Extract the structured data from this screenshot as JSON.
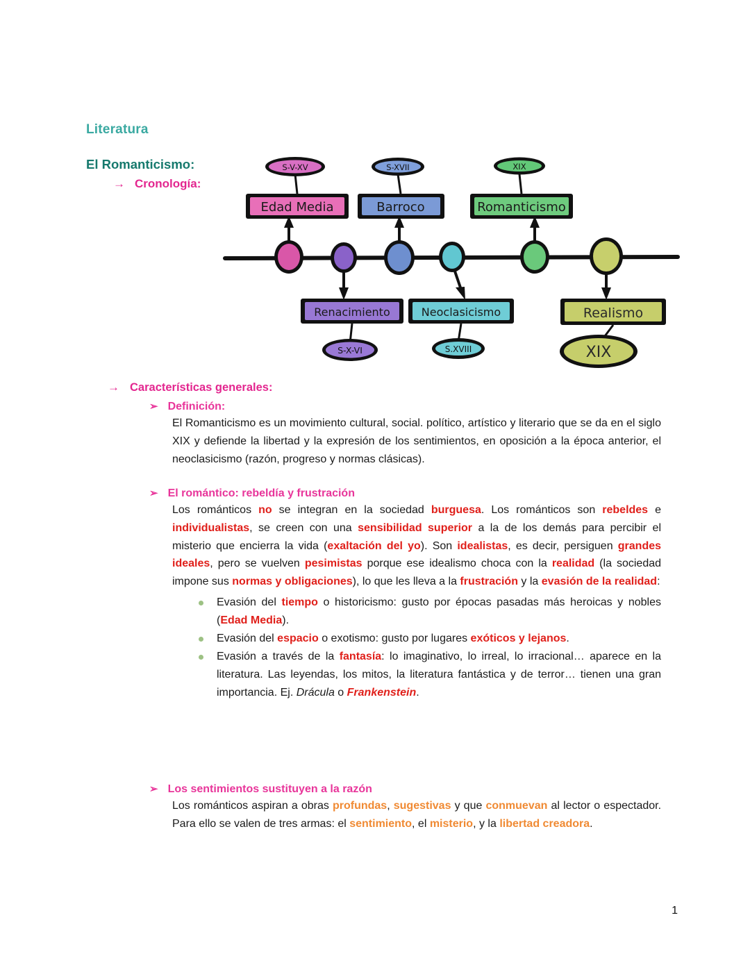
{
  "document": {
    "page_number": "1",
    "headings": {
      "subject": "Literatura",
      "topic": "El Romanticismo:",
      "section_chronology": "Cronología:",
      "section_characteristics": "Características generales:"
    },
    "markers": {
      "arrow": "→",
      "chevron": "➢"
    },
    "colors": {
      "subject_heading": "#3aa9a1",
      "topic_heading": "#16796d",
      "pink_heading": "#e3268f",
      "red_emphasis": "#e0201b",
      "orange_emphasis": "#f08a33",
      "bullet_green": "#9dc184",
      "body_text": "#1a1a1a"
    }
  },
  "diagram": {
    "name": "timeline-romanticism",
    "axis_label": "timeline-axis",
    "nodes": [
      {
        "id": "edad-media",
        "box_label": "Edad Media",
        "bubble_label": "S-V-XV",
        "position": "above",
        "box_fill": "#e86fb8",
        "bubble_fill": "#d96fc4",
        "dot_fill": "#d957a8"
      },
      {
        "id": "renacimiento",
        "box_label": "Renacimiento",
        "bubble_label": "S-X-VI",
        "position": "below",
        "box_fill": "#9878d4",
        "bubble_fill": "#9a79d6",
        "dot_fill": "#8a62c9"
      },
      {
        "id": "barroco",
        "box_label": "Barroco",
        "bubble_label": "S-XVII",
        "position": "above",
        "box_fill": "#7b9ad6",
        "bubble_fill": "#7f9fdb",
        "dot_fill": "#6e8fcf"
      },
      {
        "id": "neoclasicismo",
        "box_label": "Neoclasicismo",
        "bubble_label": "S.XVIII",
        "position": "below",
        "box_fill": "#6fcdd6",
        "bubble_fill": "#6fcdd6",
        "dot_fill": "#61c7d1"
      },
      {
        "id": "romanticismo",
        "box_label": "Romanticismo",
        "bubble_label": "XIX",
        "position": "above",
        "box_fill": "#6ecb7e",
        "bubble_fill": "#62c878",
        "dot_fill": "#6ac97b"
      },
      {
        "id": "realismo",
        "box_label": "Realismo",
        "bubble_label": "XIX",
        "position": "below",
        "box_fill": "#c6ce6b",
        "bubble_fill": "#c6ce6b",
        "dot_fill": "#c7cf6c"
      }
    ]
  },
  "definicion": {
    "heading": "Definición:",
    "text_parts": [
      {
        "t": "El Romanticismo es un movimiento cultural, social. político, artístico y literario que se da en el siglo XIX y defiende la libertad y la expresión de los sentimientos, en oposición a la época anterior, el neoclasicismo (razón, progreso y normas clásicas).",
        "s": "plain"
      }
    ]
  },
  "romantico": {
    "heading": "El romántico: rebeldía y frustración",
    "text_parts": [
      {
        "t": "Los románticos ",
        "s": "plain"
      },
      {
        "t": "no",
        "s": "red"
      },
      {
        "t": " se integran en la sociedad ",
        "s": "plain"
      },
      {
        "t": "burguesa",
        "s": "red"
      },
      {
        "t": ". Los románticos son ",
        "s": "plain"
      },
      {
        "t": "rebeldes",
        "s": "red"
      },
      {
        "t": " e ",
        "s": "plain"
      },
      {
        "t": "individualistas",
        "s": "red"
      },
      {
        "t": ", se creen con una ",
        "s": "plain"
      },
      {
        "t": "sensibilidad superior",
        "s": "red"
      },
      {
        "t": " a la de los demás para percibir el misterio que encierra la vida (",
        "s": "plain"
      },
      {
        "t": "exaltación del yo",
        "s": "red"
      },
      {
        "t": "). Son ",
        "s": "plain"
      },
      {
        "t": "idealistas",
        "s": "red"
      },
      {
        "t": ", es decir, persiguen ",
        "s": "plain"
      },
      {
        "t": "grandes ideales",
        "s": "red"
      },
      {
        "t": ", pero se vuelven ",
        "s": "plain"
      },
      {
        "t": "pesimistas",
        "s": "red"
      },
      {
        "t": " porque ese idealismo choca con la ",
        "s": "plain"
      },
      {
        "t": "realidad",
        "s": "red"
      },
      {
        "t": " (la sociedad impone sus ",
        "s": "plain"
      },
      {
        "t": "normas y obligaciones",
        "s": "red"
      },
      {
        "t": "), lo que les lleva a la ",
        "s": "plain"
      },
      {
        "t": "frustración",
        "s": "red"
      },
      {
        "t": " y la ",
        "s": "plain"
      },
      {
        "t": "evasión de la realidad",
        "s": "red"
      },
      {
        "t": ":",
        "s": "plain"
      }
    ],
    "bullets": [
      [
        {
          "t": "Evasión del ",
          "s": "plain"
        },
        {
          "t": "tiempo",
          "s": "red"
        },
        {
          "t": " o historicismo: gusto por épocas pasadas más heroicas y nobles (",
          "s": "plain"
        },
        {
          "t": "Edad Media",
          "s": "red"
        },
        {
          "t": ").",
          "s": "plain"
        }
      ],
      [
        {
          "t": "Evasión del ",
          "s": "plain"
        },
        {
          "t": "espacio",
          "s": "red"
        },
        {
          "t": " o exotismo: gusto por lugares ",
          "s": "plain"
        },
        {
          "t": "exóticos y lejanos",
          "s": "red"
        },
        {
          "t": ".",
          "s": "plain"
        }
      ],
      [
        {
          "t": "Evasión a través de la ",
          "s": "plain"
        },
        {
          "t": "fantasía",
          "s": "red"
        },
        {
          "t": ": lo imaginativo, lo irreal, lo irracional… aparece en la literatura. Las leyendas, los mitos, la literatura fantástica y de terror… tienen una gran importancia. Ej. ",
          "s": "plain"
        },
        {
          "t": "Drácula",
          "s": "italic"
        },
        {
          "t": " o ",
          "s": "plain"
        },
        {
          "t": "Frankenstein",
          "s": "italic-red"
        },
        {
          "t": ".",
          "s": "plain"
        }
      ]
    ]
  },
  "sentimientos": {
    "heading": "Los sentimientos sustituyen a la razón",
    "text_parts": [
      {
        "t": "Los románticos aspiran a obras ",
        "s": "plain"
      },
      {
        "t": "profundas",
        "s": "orange"
      },
      {
        "t": ", ",
        "s": "plain"
      },
      {
        "t": "sugestivas",
        "s": "orange"
      },
      {
        "t": " y que ",
        "s": "plain"
      },
      {
        "t": "conmuevan",
        "s": "orange"
      },
      {
        "t": " al lector o espectador. Para ello se valen de tres armas: el ",
        "s": "plain"
      },
      {
        "t": "sentimiento",
        "s": "orange"
      },
      {
        "t": ", el ",
        "s": "plain"
      },
      {
        "t": "misterio",
        "s": "orange"
      },
      {
        "t": ", y la ",
        "s": "plain"
      },
      {
        "t": "libertad creadora",
        "s": "orange"
      },
      {
        "t": ".",
        "s": "plain"
      }
    ]
  }
}
